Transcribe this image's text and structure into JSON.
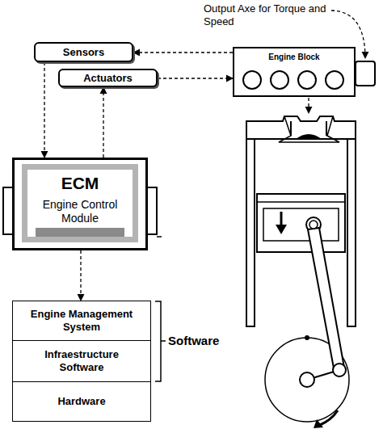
{
  "diagram": {
    "nodes": [
      {
        "text": [
          "Sensors"
        ]
      },
      {
        "text": [
          "Actuators"
        ]
      },
      {
        "text": [
          "Engine Block"
        ]
      },
      {
        "text": [
          "ECM",
          "Engine Control Module"
        ]
      },
      {
        "text": [
          "Engine Management System"
        ]
      },
      {
        "text": [
          "Infraestructure Software"
        ]
      },
      {
        "text": [
          "Hardware"
        ]
      }
    ],
    "edges": [
      {
        "from": 2,
        "to": 0,
        "arrow": "to"
      },
      {
        "from": 1,
        "to": 2,
        "arrow": "to"
      },
      {
        "from": 0,
        "to": 3,
        "arrow": "to"
      },
      {
        "from": 3,
        "to": 1,
        "arrow": "to"
      },
      {
        "from": 3,
        "to": 4,
        "arrow": "to"
      }
    ],
    "labels": [
      "Output Axe for Torque and Speed",
      "Software"
    ]
  }
}
